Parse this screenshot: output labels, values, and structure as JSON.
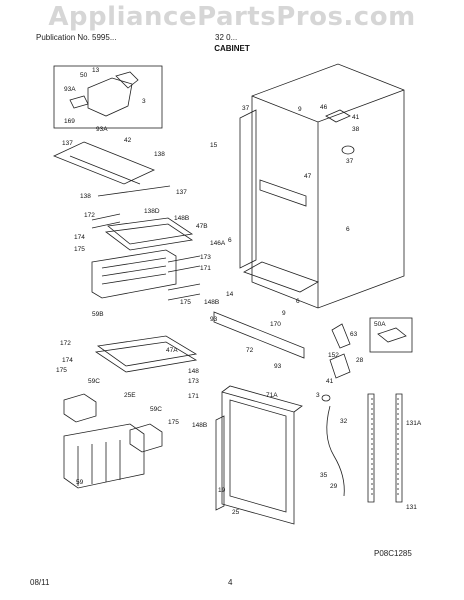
{
  "watermark": "AppliancePartsPros.com",
  "header": {
    "left": "Publication No. 5995...",
    "right": "32 0...",
    "title": "CABINET"
  },
  "footer": {
    "date": "08/11",
    "page": "4"
  },
  "figure_id": "P08C1285",
  "callouts": [
    {
      "text": "13"
    },
    {
      "text": "50"
    },
    {
      "text": "93A"
    },
    {
      "text": "3"
    },
    {
      "text": "169"
    },
    {
      "text": "93A"
    },
    {
      "text": "137"
    },
    {
      "text": "42"
    },
    {
      "text": "138"
    },
    {
      "text": "138"
    },
    {
      "text": "137"
    },
    {
      "text": "138D"
    },
    {
      "text": "148B"
    },
    {
      "text": "172"
    },
    {
      "text": "47B"
    },
    {
      "text": "174"
    },
    {
      "text": "146A"
    },
    {
      "text": "175"
    },
    {
      "text": "173"
    },
    {
      "text": "171"
    },
    {
      "text": "175"
    },
    {
      "text": "148B"
    },
    {
      "text": "59B"
    },
    {
      "text": "37"
    },
    {
      "text": "9"
    },
    {
      "text": "46"
    },
    {
      "text": "41"
    },
    {
      "text": "38"
    },
    {
      "text": "15"
    },
    {
      "text": "37"
    },
    {
      "text": "47"
    },
    {
      "text": "6"
    },
    {
      "text": "6"
    },
    {
      "text": "14"
    },
    {
      "text": "9"
    },
    {
      "text": "93"
    },
    {
      "text": "170"
    },
    {
      "text": "6"
    },
    {
      "text": "63"
    },
    {
      "text": "50A"
    },
    {
      "text": "72"
    },
    {
      "text": "93"
    },
    {
      "text": "152"
    },
    {
      "text": "28"
    },
    {
      "text": "41"
    },
    {
      "text": "172"
    },
    {
      "text": "174"
    },
    {
      "text": "47A"
    },
    {
      "text": "175"
    },
    {
      "text": "148"
    },
    {
      "text": "59C"
    },
    {
      "text": "173"
    },
    {
      "text": "25E"
    },
    {
      "text": "171"
    },
    {
      "text": "59C"
    },
    {
      "text": "175"
    },
    {
      "text": "148B"
    },
    {
      "text": "71A"
    },
    {
      "text": "3"
    },
    {
      "text": "32"
    },
    {
      "text": "131A"
    },
    {
      "text": "59"
    },
    {
      "text": "19"
    },
    {
      "text": "35"
    },
    {
      "text": "29"
    },
    {
      "text": "25"
    },
    {
      "text": "131"
    }
  ]
}
